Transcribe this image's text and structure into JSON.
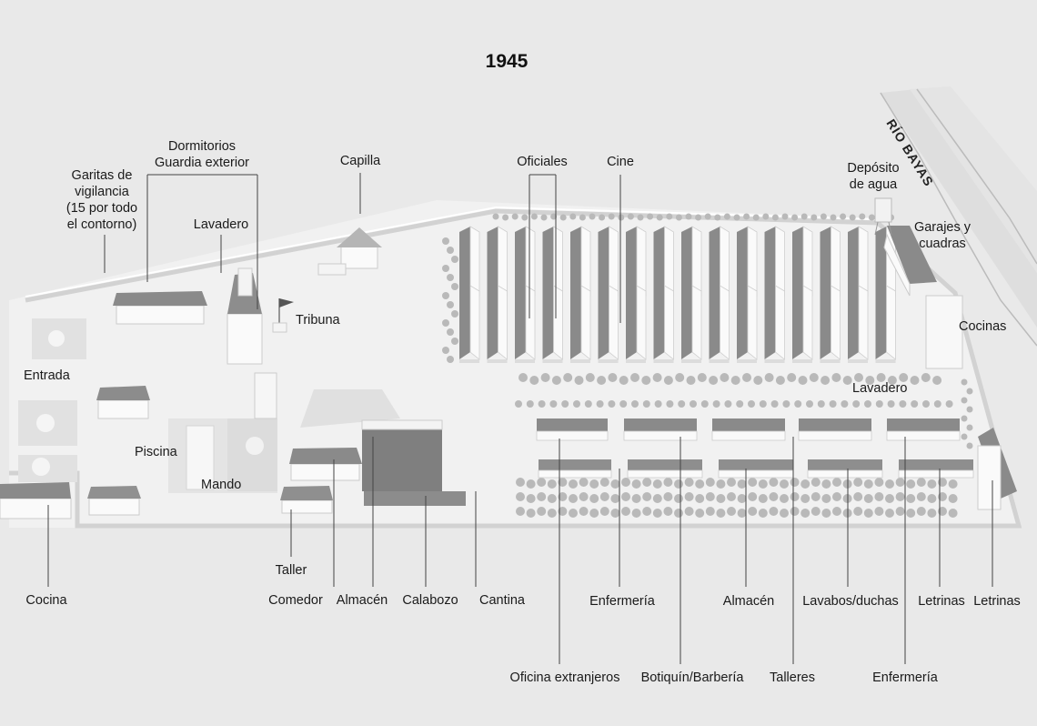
{
  "title": "1945",
  "river": "RÍO BAYAS",
  "labels": {
    "garitas": "Garitas de\nvigilancia\n(15 por todo\nel contorno)",
    "dormitorios": "Dormitorios\nGuardia exterior",
    "lavadero_left": "Lavadero",
    "capilla": "Capilla",
    "oficiales": "Oficiales",
    "cine": "Cine",
    "deposito": "Depósito\nde agua",
    "garajes": "Garajes y\ncuadras",
    "tribuna": "Tribuna",
    "cocinas": "Cocinas",
    "entrada": "Entrada",
    "lavadero_right": "Lavadero",
    "piscina": "Piscina",
    "mando": "Mando",
    "taller": "Taller",
    "cocina": "Cocina",
    "comedor": "Comedor",
    "almacen_left": "Almacén",
    "calabozo": "Calabozo",
    "cantina": "Cantina",
    "enfermeria_top": "Enfermería",
    "almacen_right": "Almacén",
    "lavabos": "Lavabos/duchas",
    "letrinas1": "Letrinas",
    "letrinas2": "Letrinas",
    "oficina": "Oficina extranjeros",
    "botiquin": "Botiquín/Barbería",
    "talleres": "Talleres",
    "enfermeria_bottom": "Enfermería"
  },
  "colors": {
    "background": "#e9e9e9",
    "ground": "#f0f0f0",
    "roof": "#8a8a8a",
    "wall": "#fafafa",
    "tree": "#b9b9b9",
    "leader": "#444444"
  }
}
